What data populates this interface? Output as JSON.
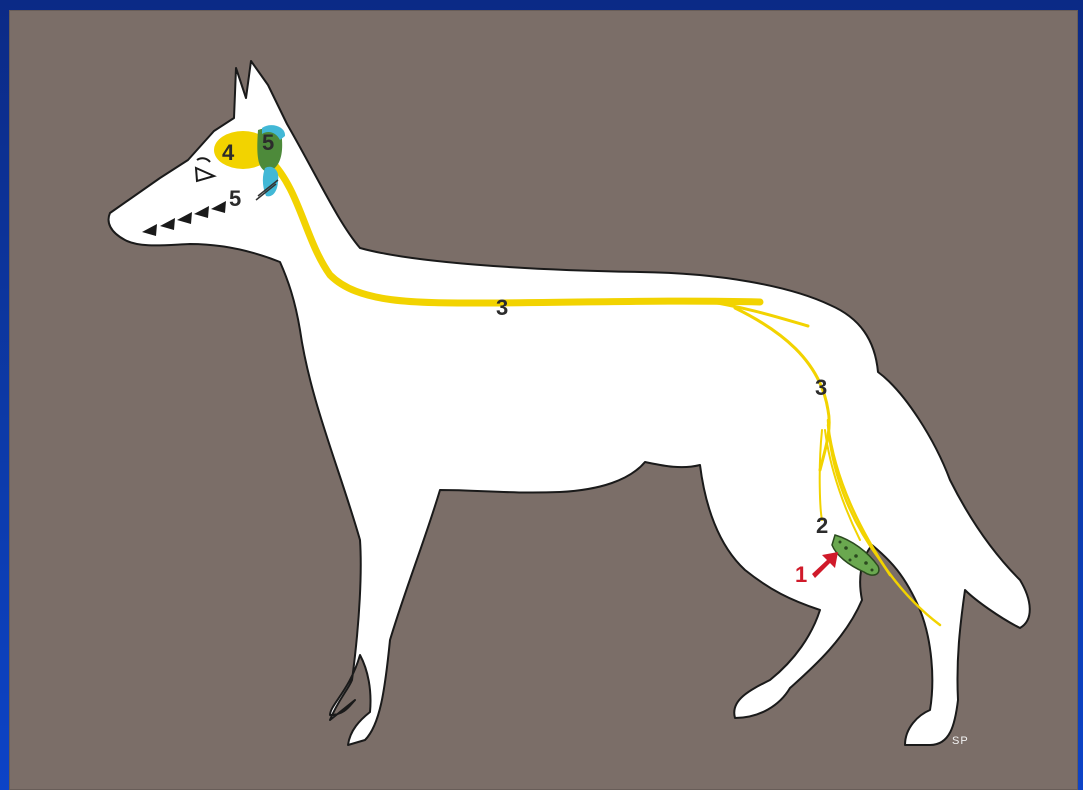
{
  "colors": {
    "frame_blue": "#0d3aa8",
    "panel_brown": "#7b6e68",
    "dog_fill": "#ffffff",
    "nerve_yellow": "#f2d300",
    "organ_green": "#4d8a3a",
    "organ_teal": "#42b8d6",
    "arrow_red": "#d01a2a"
  },
  "labels": {
    "lbl_4": "4",
    "lbl_5_brain": "5",
    "lbl_5_nose": "5",
    "lbl_3_spine": "3",
    "lbl_3_hip": "3",
    "lbl_2": "2",
    "lbl_1": "1"
  },
  "signature": "SP",
  "icons": {
    "arrow": "red-arrow-icon",
    "eye": "eye-icon",
    "nose_arrows": "chevron-left-icon"
  }
}
